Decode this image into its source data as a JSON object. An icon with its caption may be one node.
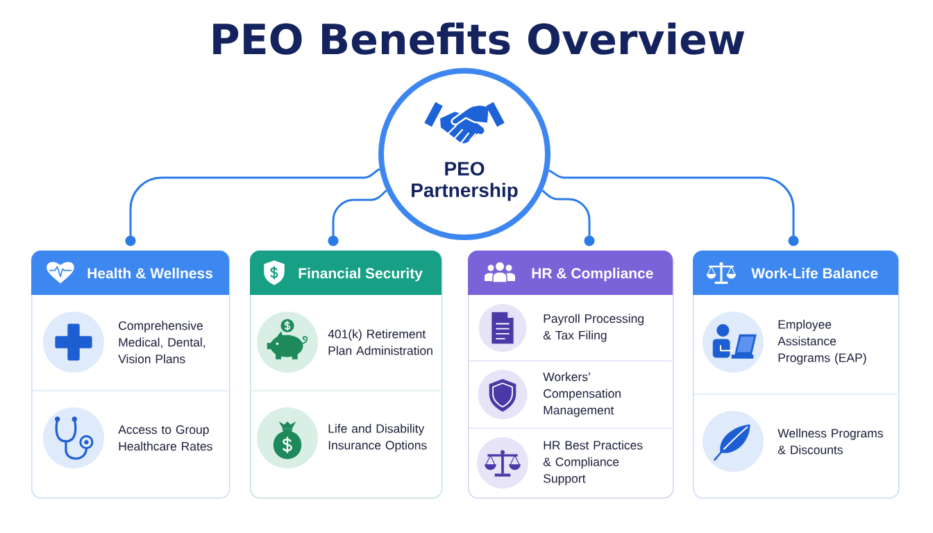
{
  "diagram": {
    "title": "PEO Benefits Overview",
    "nodes": [
      {
        "text": [
          "PEO Partnership"
        ]
      },
      {
        "text": [
          "Health & Wellness"
        ]
      },
      {
        "text": [
          "Comprehensive Medical, Dental, Vision Plans"
        ],
        "in": 1
      },
      {
        "text": [
          "Access to Group Healthcare Rates"
        ],
        "in": 1
      },
      {
        "text": [
          "Financial Security"
        ]
      },
      {
        "text": [
          "401(k) Retirement Plan Administration"
        ],
        "in": 4
      },
      {
        "text": [
          "Life and Disability Insurance Options"
        ],
        "in": 4
      },
      {
        "text": [
          "HR & Compliance"
        ]
      },
      {
        "text": [
          "Payroll Processing & Tax Filing"
        ],
        "in": 7
      },
      {
        "text": [
          "Workers’ Compensation Management"
        ],
        "in": 7
      },
      {
        "text": [
          "HR Best Practices & Compliance Support"
        ],
        "in": 7
      },
      {
        "text": [
          "Work-Life Balance"
        ]
      },
      {
        "text": [
          "Employee Assistance Programs (EAP)"
        ],
        "in": 11
      },
      {
        "text": [
          "Wellness Programs & Discounts"
        ],
        "in": 11
      }
    ],
    "edges": [
      {
        "from": 0,
        "to": 1,
        "arrow": "other"
      },
      {
        "from": 0,
        "to": 4,
        "arrow": "other"
      },
      {
        "from": 0,
        "to": 7,
        "arrow": "other"
      },
      {
        "from": 0,
        "to": 11,
        "arrow": "other"
      }
    ]
  }
}
